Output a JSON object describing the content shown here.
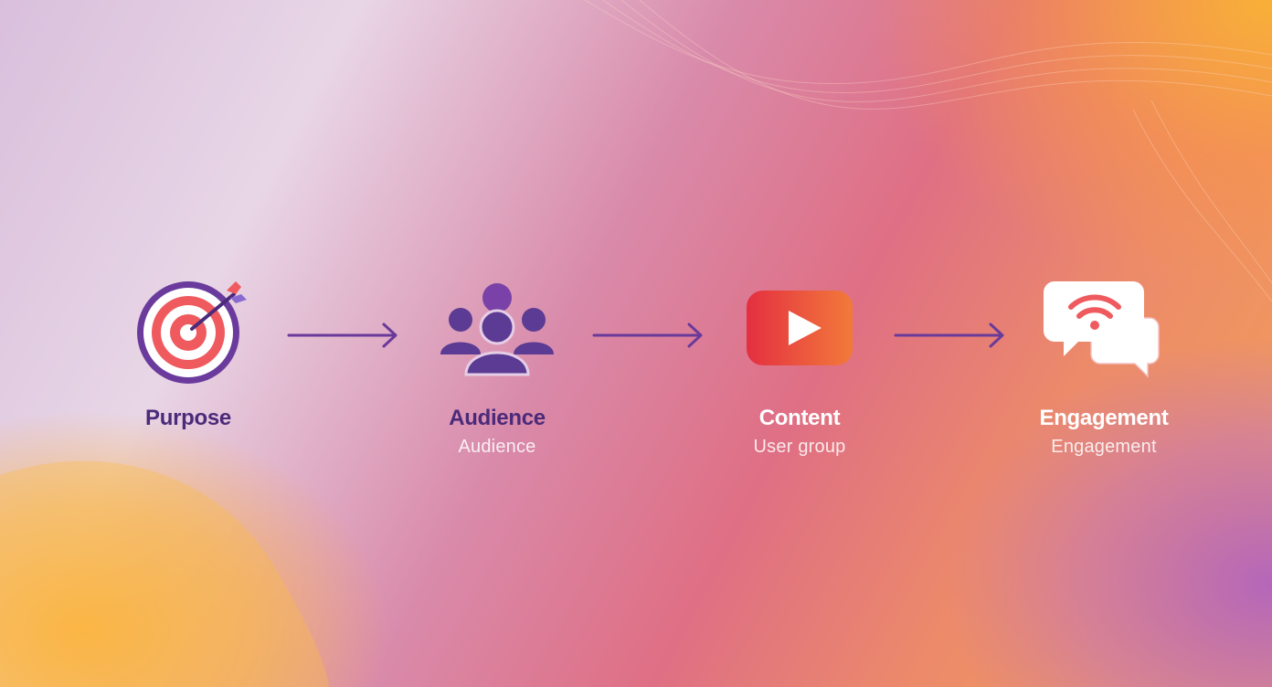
{
  "steps": [
    {
      "title": "Purpose",
      "subtitle": "",
      "icon": "target-icon",
      "title_color": "#4b2a7a"
    },
    {
      "title": "Audience",
      "subtitle": "Audience",
      "icon": "users-icon",
      "title_color": "#4b2a7a"
    },
    {
      "title": "Content",
      "subtitle": "User group",
      "icon": "video-play-icon",
      "title_color": "#ffffff"
    },
    {
      "title": "Engagement",
      "subtitle": "Engagement",
      "icon": "chat-bubbles-icon",
      "title_color": "#ffffff"
    }
  ],
  "colors": {
    "arrow": "#6a3a9a",
    "purple": "#5b3b93",
    "target_red": "#ef5a5e",
    "play_red": "#e8333f",
    "play_orange": "#f0783c",
    "subtitle": "rgba(255,255,255,0.85)"
  }
}
